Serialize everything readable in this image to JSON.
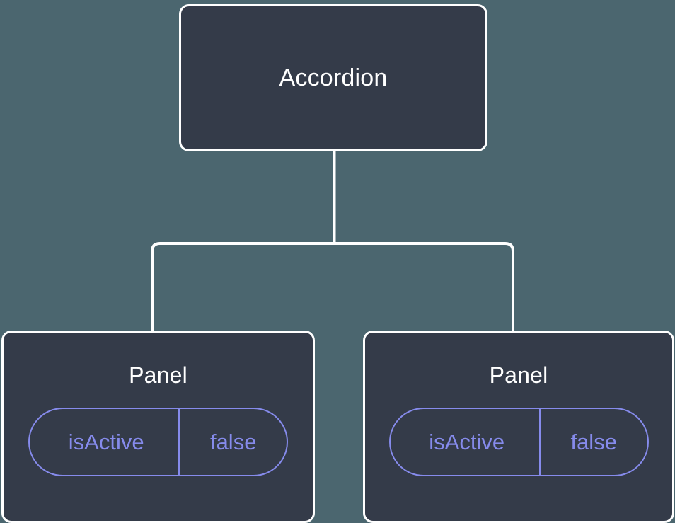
{
  "diagram": {
    "type": "component-tree",
    "background_color": "#4b666f",
    "node_fill_color": "#343b49",
    "node_border_color": "#ffffff",
    "edge_color": "#ffffff",
    "prop_accent_color": "#868bec",
    "root": {
      "label": "Accordion"
    },
    "children": [
      {
        "label": "Panel",
        "props": [
          {
            "key": "isActive",
            "value": "false"
          }
        ]
      },
      {
        "label": "Panel",
        "props": [
          {
            "key": "isActive",
            "value": "false"
          }
        ]
      }
    ]
  }
}
